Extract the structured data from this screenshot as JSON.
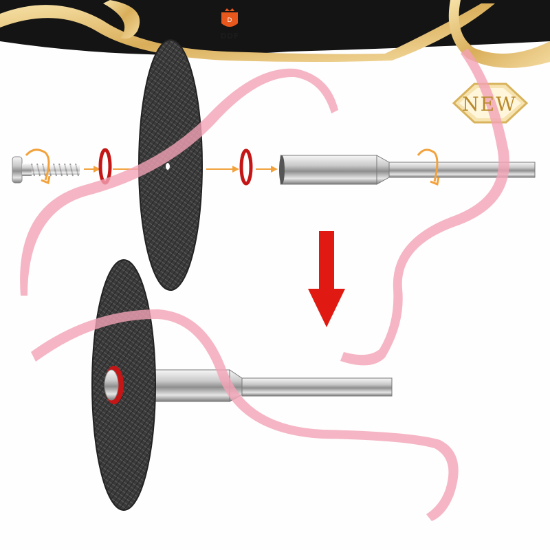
{
  "brand": {
    "label": "DDF",
    "icon": "shield-crown-logo",
    "color": "#e8571b"
  },
  "badge": {
    "text": "NEW",
    "color": "#b88a2c"
  },
  "colors": {
    "frame": "#111111",
    "gold_ribbon": "#e3c27a",
    "pink_ribbon": "#f2a3b5",
    "arrow_orange": "#f2a23c",
    "down_arrow": "#e01a12",
    "o_ring": "#c41616"
  },
  "icons": [
    "screw-icon",
    "o-ring-icon",
    "cutting-disc-icon",
    "mandrel-icon",
    "rotate-arrow-icon",
    "down-arrow-icon"
  ]
}
